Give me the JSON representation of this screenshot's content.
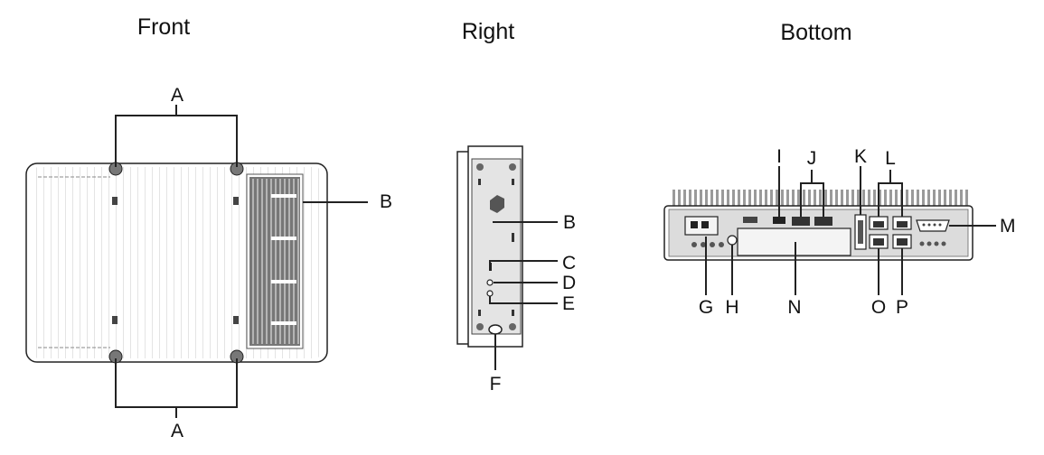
{
  "titles": {
    "front": "Front",
    "right": "Right",
    "bottom": "Bottom"
  },
  "labels": {
    "front_a_top": "A",
    "front_a_bottom": "A",
    "front_b": "B",
    "right_b": "B",
    "right_c": "C",
    "right_d": "D",
    "right_e": "E",
    "right_f": "F",
    "bottom_i": "I",
    "bottom_j": "J",
    "bottom_k": "K",
    "bottom_l": "L",
    "bottom_m": "M",
    "bottom_g": "G",
    "bottom_h": "H",
    "bottom_n": "N",
    "bottom_o": "O",
    "bottom_p": "P"
  },
  "colors": {
    "line": "#222222",
    "panel": "#e8e8e8",
    "vent": "#555555",
    "heatsink": "#9a9a9a"
  }
}
